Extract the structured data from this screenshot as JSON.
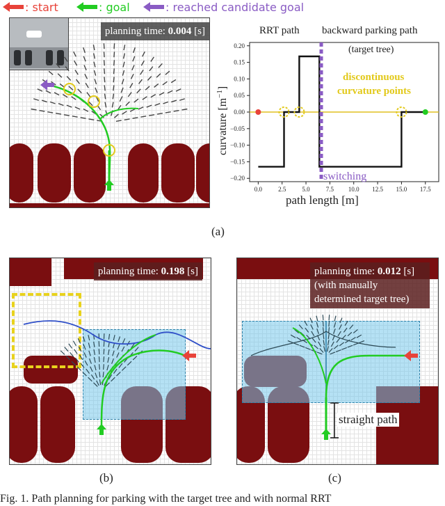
{
  "legend": {
    "start": ": start",
    "goal": ": goal",
    "candidate": ": reached candidate goal",
    "colors": {
      "start": "#e8433a",
      "goal": "#22cc22",
      "candidate": "#8a5cc4"
    }
  },
  "panel_a": {
    "planning_label": "planning time: ",
    "planning_value": "0.004",
    "planning_unit": " [s]"
  },
  "panel_b": {
    "planning_label": "planning time: ",
    "planning_value": "0.198",
    "planning_unit": " [s]"
  },
  "panel_c": {
    "planning_label": "planning time: ",
    "planning_value": "0.012",
    "planning_unit": " [s]",
    "note_line1": "(with manually",
    "note_line2": "determined target tree)",
    "straight_label": "straight path"
  },
  "captions": {
    "a": "(a)",
    "b": "(b)",
    "c": "(c)"
  },
  "footer_text": "Fig. 1.   Path planning for parking with the target tree and with normal RRT",
  "chart_labels": {
    "rrt_path": "RRT path",
    "backward_line1": "backward parking path",
    "backward_line2": "(target tree)",
    "disc_line1": "discontinuous",
    "disc_line2": "curvature points",
    "switching": "switching",
    "xlabel": "path length [m]",
    "ylabel": "curvature [m",
    "ylabel_sup": "−1",
    "ylabel_end": "]"
  },
  "chart_data": {
    "type": "line",
    "xlabel": "path length [m]",
    "ylabel": "curvature [m−1]",
    "xlim": [
      -0.9,
      18.9
    ],
    "ylim": [
      -0.21,
      0.21
    ],
    "xticks": [
      0.0,
      2.5,
      5.0,
      7.5,
      10.0,
      12.5,
      15.0,
      17.5
    ],
    "xtick_labels": [
      "0.0",
      "2.5",
      "5.0",
      "7.5",
      "10.0",
      "12.5",
      "15.0",
      "17.5"
    ],
    "yticks": [
      0.2,
      0.15,
      0.1,
      0.05,
      0.0,
      -0.05,
      -0.1,
      -0.15,
      -0.2
    ],
    "ytick_labels": [
      "0.20",
      "0.15",
      "0.10",
      "0.05",
      "0.00",
      "−0.05",
      "−0.10",
      "−0.15",
      "−0.20"
    ],
    "series": [
      {
        "x": [
          0.0,
          2.7,
          2.7,
          4.3,
          4.3,
          6.4,
          6.4,
          15.0,
          15.0,
          17.5
        ],
        "y": [
          -0.165,
          -0.165,
          0.0,
          0.0,
          0.168,
          0.168,
          -0.165,
          -0.165,
          0.0,
          0.0
        ]
      }
    ],
    "start_point": [
      0.0,
      0.0
    ],
    "goal_point": [
      17.5,
      0.0
    ],
    "discontinuous_points_x": [
      2.7,
      4.3,
      15.0
    ],
    "switching_x": 6.6,
    "reference_line_y": 0.0
  }
}
